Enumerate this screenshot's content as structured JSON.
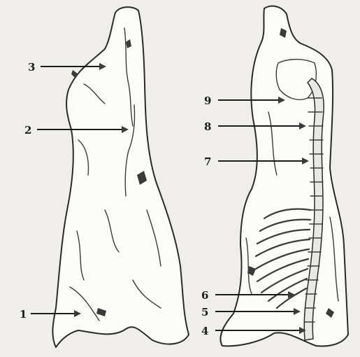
{
  "figure": {
    "left_carcass_labels": [
      {
        "id": "1",
        "text": "1"
      },
      {
        "id": "2",
        "text": "2"
      },
      {
        "id": "3",
        "text": "3"
      }
    ],
    "right_carcass_labels": [
      {
        "id": "4",
        "text": "4"
      },
      {
        "id": "5",
        "text": "5"
      },
      {
        "id": "6",
        "text": "6"
      },
      {
        "id": "7",
        "text": "7"
      },
      {
        "id": "8",
        "text": "8"
      },
      {
        "id": "9",
        "text": "9"
      }
    ],
    "colors": {
      "background": "#efeeea",
      "ink": "#1c1c1c",
      "carcass_fill": "#fbfbf8"
    }
  }
}
